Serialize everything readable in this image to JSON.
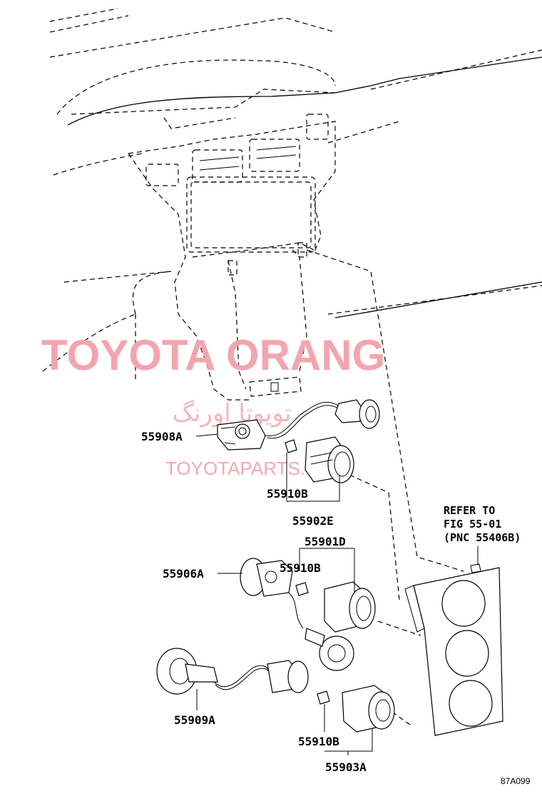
{
  "watermark": {
    "main": "TOYOTA ORANG",
    "persian": "تویوتا اورنگ",
    "site": "TOYOTAPARTS.C"
  },
  "callouts": {
    "p55908A": "55908A",
    "p55910B_top": "55910B",
    "p55902E": "55902E",
    "p55901D": "55901D",
    "p55910B_mid": "55910B",
    "p55906A": "55906A",
    "p55909A": "55909A",
    "p55910B_bot": "55910B",
    "p55903A": "55903A"
  },
  "reference_note": {
    "line1": "REFER TO",
    "line2": "FIG 55-01",
    "line3": "(PNC 55406B)"
  },
  "figure_code": "87A099"
}
